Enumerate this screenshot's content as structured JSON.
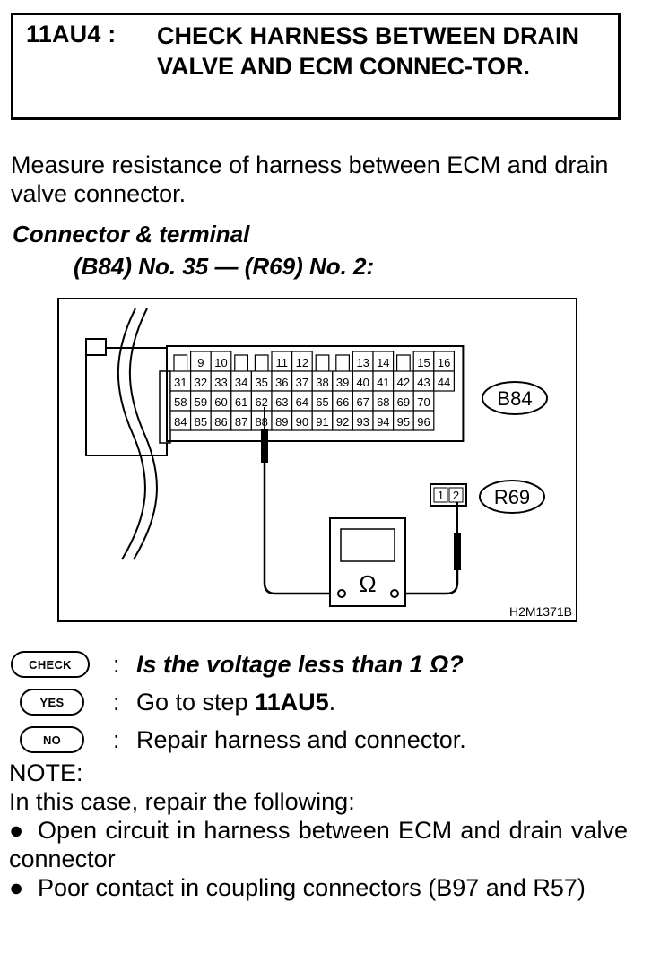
{
  "header": {
    "step_id": "11AU4 :",
    "title": "CHECK HARNESS BETWEEN DRAIN VALVE AND ECM CONNEC-TOR."
  },
  "intro": "Measure resistance of harness between ECM and drain valve connector.",
  "connector_terminal": {
    "heading": "Connector & terminal",
    "spec": "(B84) No. 35 — (R69) No. 2:"
  },
  "diagram": {
    "code": "H2M1371B",
    "connector_b84_label": "B84",
    "connector_r69_label": "R69",
    "meter_symbol": "Ω",
    "b84_top_row": [
      "9",
      "10",
      "11",
      "12",
      "13",
      "14",
      "15",
      "16"
    ],
    "b84_row2": [
      "31",
      "32",
      "33",
      "34",
      "35",
      "36",
      "37",
      "38",
      "39",
      "40",
      "41",
      "42",
      "43",
      "44"
    ],
    "b84_row3": [
      "58",
      "59",
      "60",
      "61",
      "62",
      "63",
      "64",
      "65",
      "66",
      "67",
      "68",
      "69",
      "70"
    ],
    "b84_row4": [
      "84",
      "85",
      "86",
      "87",
      "88",
      "89",
      "90",
      "91",
      "92",
      "93",
      "94",
      "95",
      "96"
    ],
    "r69_pins": [
      "1",
      "2"
    ]
  },
  "check": {
    "check_label": "CHECK",
    "yes_label": "YES",
    "no_label": "NO",
    "colon": ":",
    "question": "Is the voltage less than 1 Ω?",
    "yes_prefix": "Go to step ",
    "yes_step": "11AU5",
    "yes_suffix": ".",
    "no_text": "Repair harness and connector."
  },
  "note": {
    "heading": "NOTE:",
    "intro": "In this case, repair the following:",
    "bullet_symbol": "●",
    "items": [
      "Open circuit in harness between ECM and drain valve connector",
      "Poor contact in coupling connectors (B97 and R57)"
    ]
  }
}
